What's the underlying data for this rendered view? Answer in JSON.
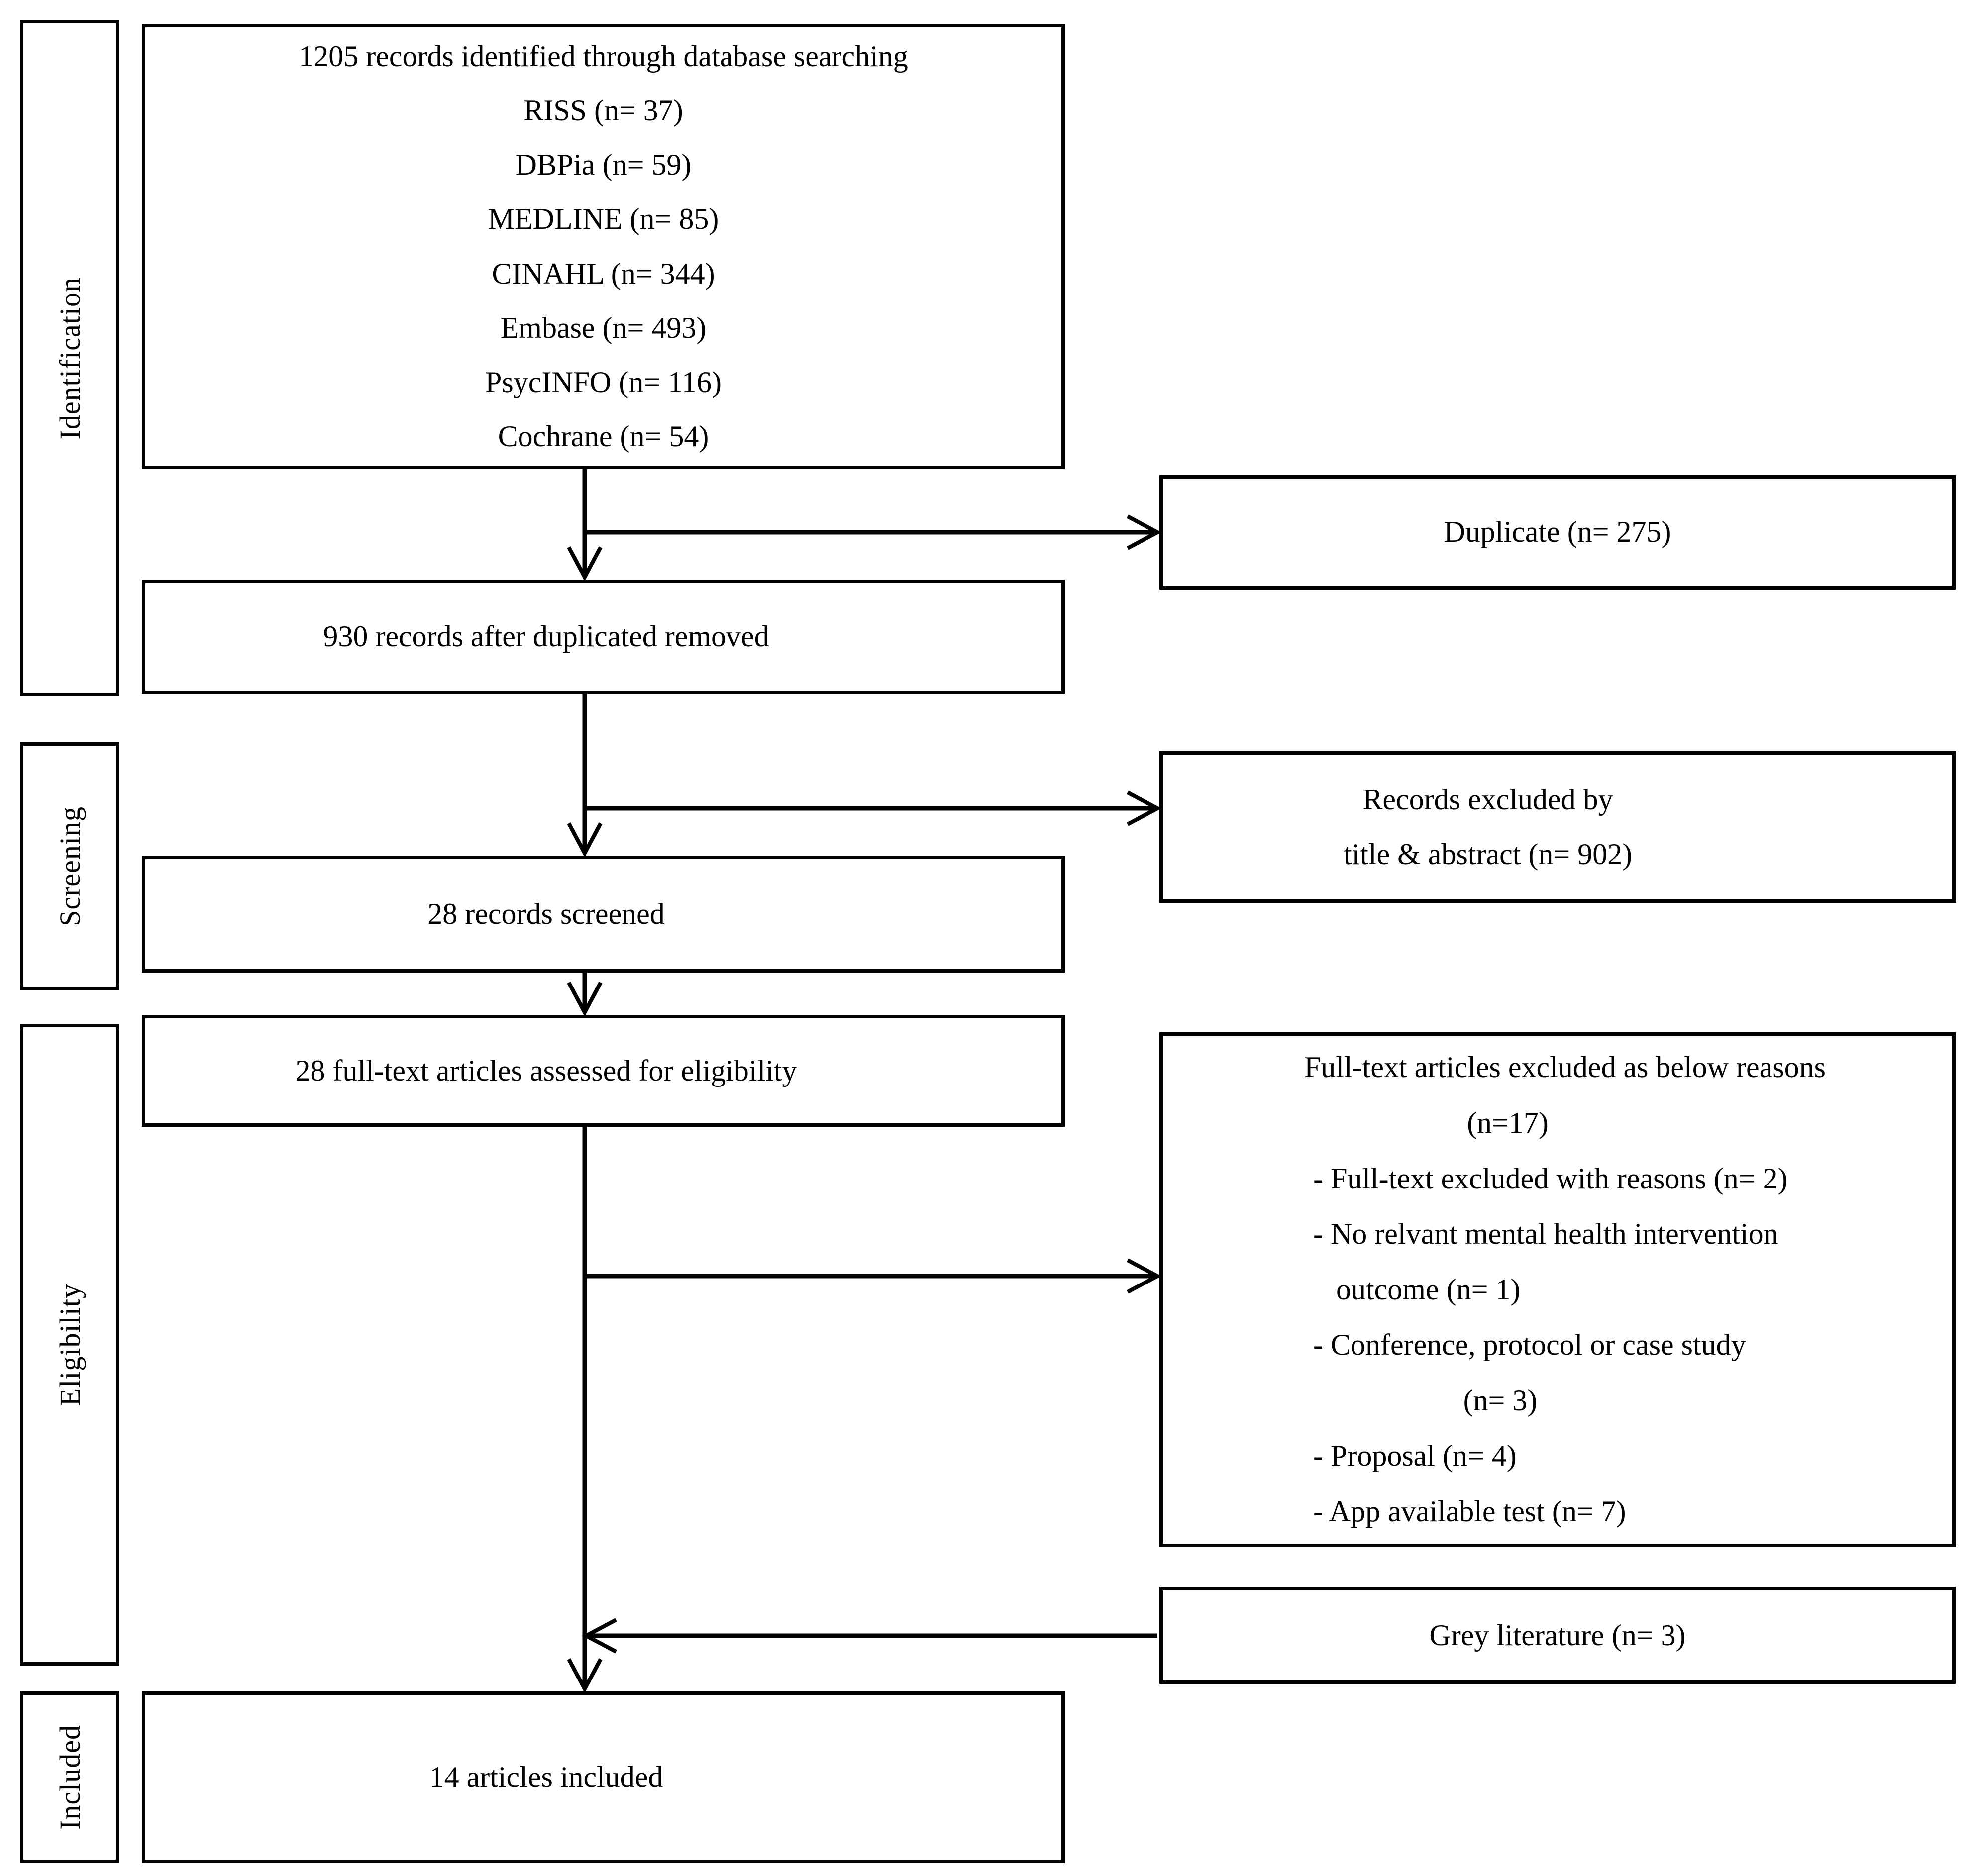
{
  "diagram": {
    "type": "prisma-flow-diagram",
    "stages": [
      {
        "id": "identification",
        "label": "Identification"
      },
      {
        "id": "screening",
        "label": "Screening"
      },
      {
        "id": "eligibility",
        "label": "Eligibility"
      },
      {
        "id": "included",
        "label": "Included"
      }
    ],
    "main_boxes": {
      "identified": "1205 records identified through database searching\nRISS (n= 37)\nDBPia (n= 59)\nMEDLINE (n= 85)\nCINAHL (n= 344)\nEmbase (n= 493)\nPsycINFO (n= 116)\nCochrane (n= 54)",
      "after_duplicates": "930 records after duplicated removed",
      "screened": "28 records screened",
      "fulltext_assessed": "28 full-text articles assessed for eligibility",
      "included": "14 articles included"
    },
    "side_boxes": {
      "duplicate": "Duplicate (n= 275)",
      "excluded_title_abstract": "Records excluded by\ntitle & abstract (n= 902)",
      "grey_literature": "Grey literature (n= 3)"
    },
    "excluded_fulltext": {
      "heading": "Full-text articles excluded as below reasons",
      "count": "(n=17)",
      "items": [
        "- Full-text excluded with reasons (n= 2)",
        "- No relvant mental health intervention",
        "outcome (n= 1)",
        "- Conference, protocol or case study",
        "(n= 3)",
        "- Proposal (n= 4)",
        "- App available test (n= 7)"
      ]
    },
    "counts": {
      "total_identified": 1205,
      "RISS": 37,
      "DBPia": 59,
      "MEDLINE": 85,
      "CINAHL": 344,
      "Embase": 493,
      "PsycINFO": 116,
      "Cochrane": 54,
      "duplicates_removed": 275,
      "after_duplicates": 930,
      "excluded_title_abstract": 902,
      "screened": 28,
      "fulltext_assessed": 28,
      "fulltext_excluded": 17,
      "grey_literature": 3,
      "included": 14
    },
    "colors": {
      "stroke": "#000000",
      "background": "#ffffff",
      "text": "#000000"
    }
  }
}
